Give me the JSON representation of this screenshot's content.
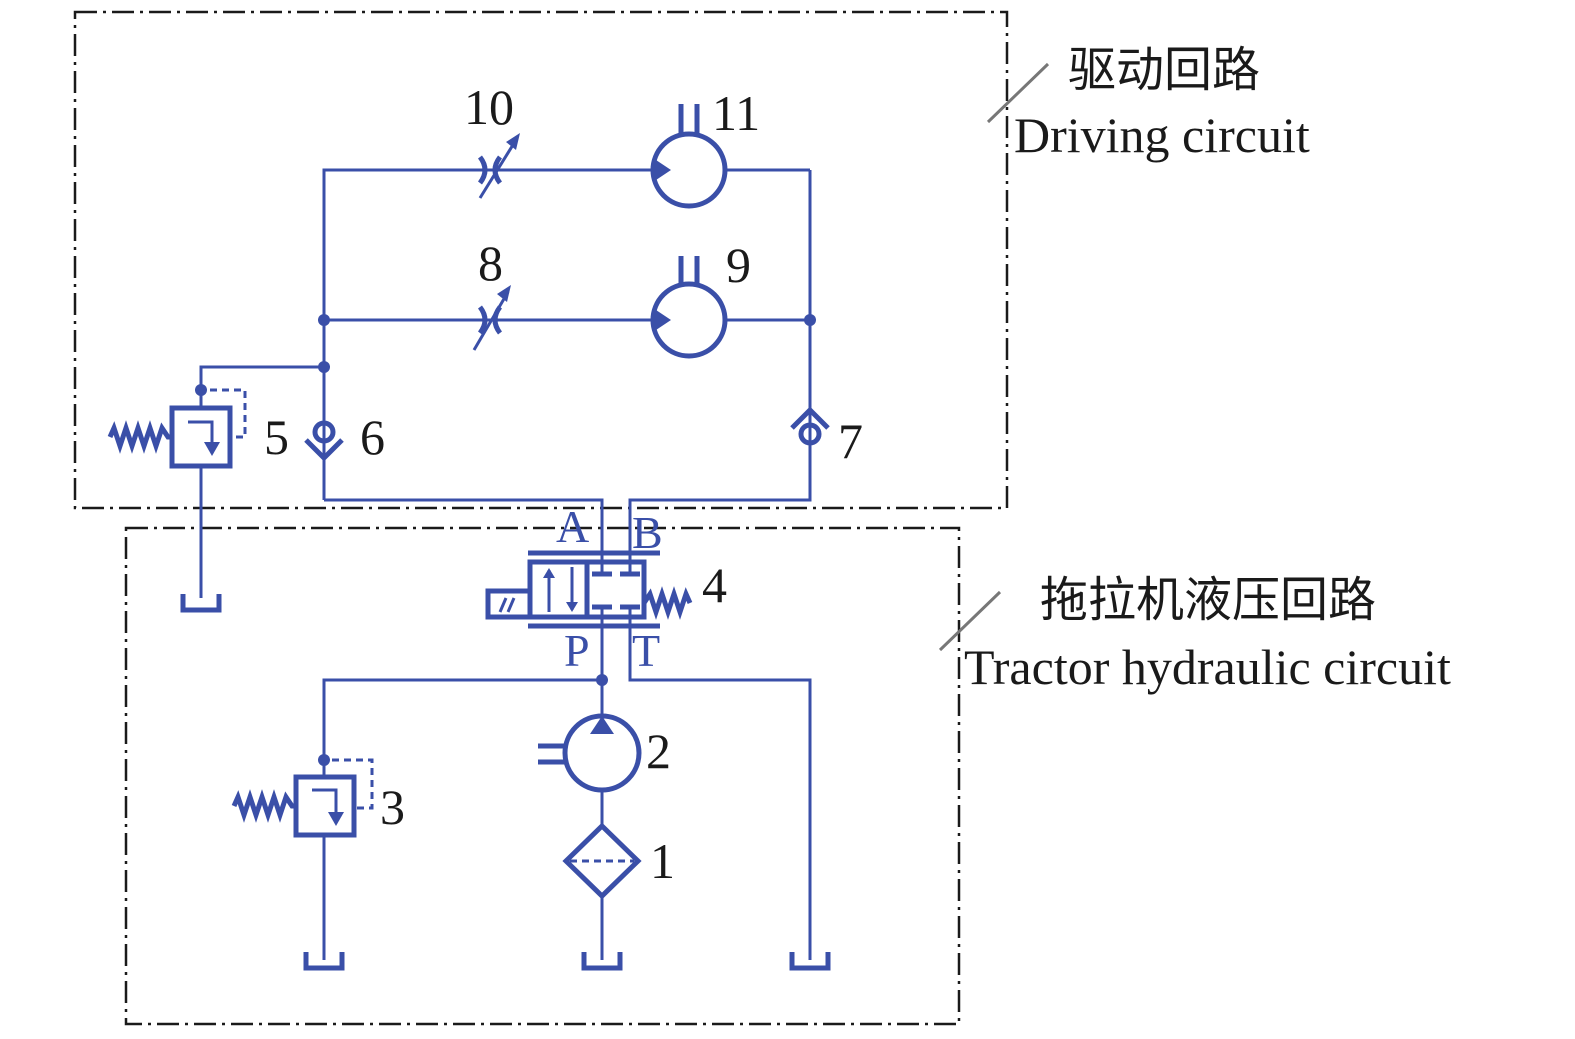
{
  "diagram": {
    "type": "hydraulic-schematic",
    "regions": [
      {
        "id": "driving",
        "label_cn": "驱动回路",
        "label_en": "Driving circuit"
      },
      {
        "id": "tractor",
        "label_cn": "拖拉机液压回路",
        "label_en": "Tractor hydraulic circuit"
      }
    ],
    "components": [
      {
        "num": "1",
        "kind": "filter"
      },
      {
        "num": "2",
        "kind": "hydraulic pump"
      },
      {
        "num": "3",
        "kind": "relief valve"
      },
      {
        "num": "4",
        "kind": "directional control valve"
      },
      {
        "num": "5",
        "kind": "relief valve"
      },
      {
        "num": "6",
        "kind": "check valve"
      },
      {
        "num": "7",
        "kind": "check valve"
      },
      {
        "num": "8",
        "kind": "adjustable throttle valve"
      },
      {
        "num": "9",
        "kind": "hydraulic motor"
      },
      {
        "num": "10",
        "kind": "adjustable throttle valve"
      },
      {
        "num": "11",
        "kind": "hydraulic motor"
      }
    ],
    "ports": {
      "a": "A",
      "b": "B",
      "p": "P",
      "t": "T"
    },
    "colors": {
      "pipe": "#3a4fa8",
      "text": "#1a1a1a",
      "boundary": "#1a1a1a"
    }
  }
}
